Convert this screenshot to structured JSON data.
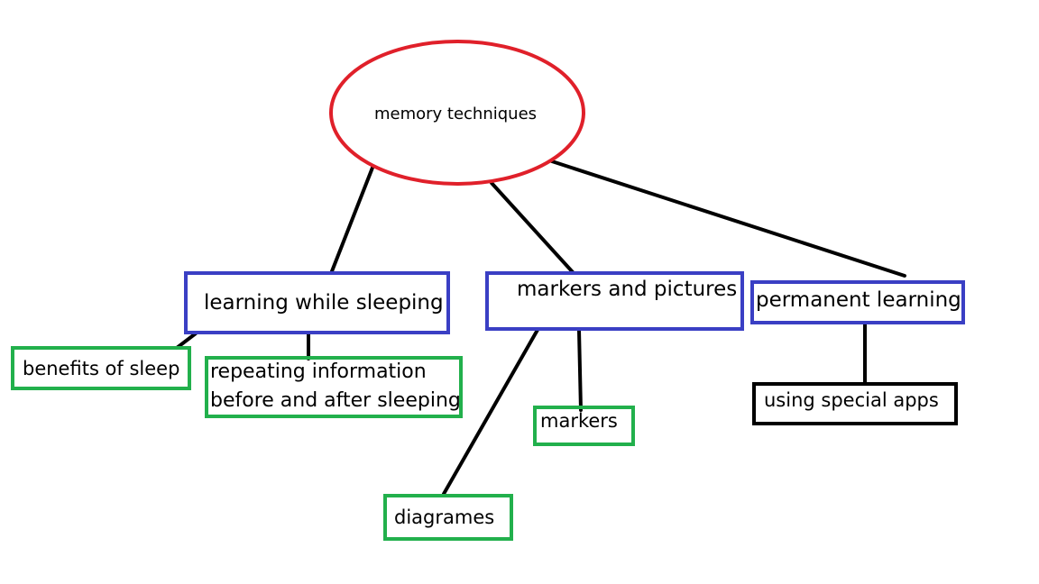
{
  "colors": {
    "root": "#e0202a",
    "level1": "#3a3fc4",
    "level2": "#22b04c",
    "apps": "#000000",
    "connector": "#000000"
  },
  "root": {
    "label": "memory techniques"
  },
  "branches": {
    "sleep": {
      "label": "learning while sleeping",
      "children": {
        "benefits": {
          "label": "benefits of sleep"
        },
        "repeating": {
          "lines": [
            "repeating information",
            "before and after sleeping"
          ]
        }
      }
    },
    "markers": {
      "label": "markers and pictures",
      "children": {
        "diagrames": {
          "label": "diagrames"
        },
        "markers": {
          "label": "markers"
        }
      }
    },
    "permanent": {
      "label": "permanent learning",
      "children": {
        "apps": {
          "label": "using special apps"
        }
      }
    }
  }
}
